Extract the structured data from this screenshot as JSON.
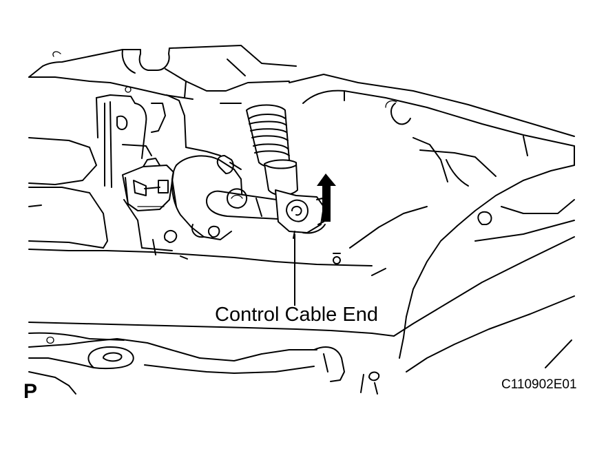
{
  "figure": {
    "callout_label": "Control Cable End",
    "view_letter": "P",
    "figure_code": "C110902E01",
    "pull_arrow_icon": "up-arrow-icon"
  }
}
